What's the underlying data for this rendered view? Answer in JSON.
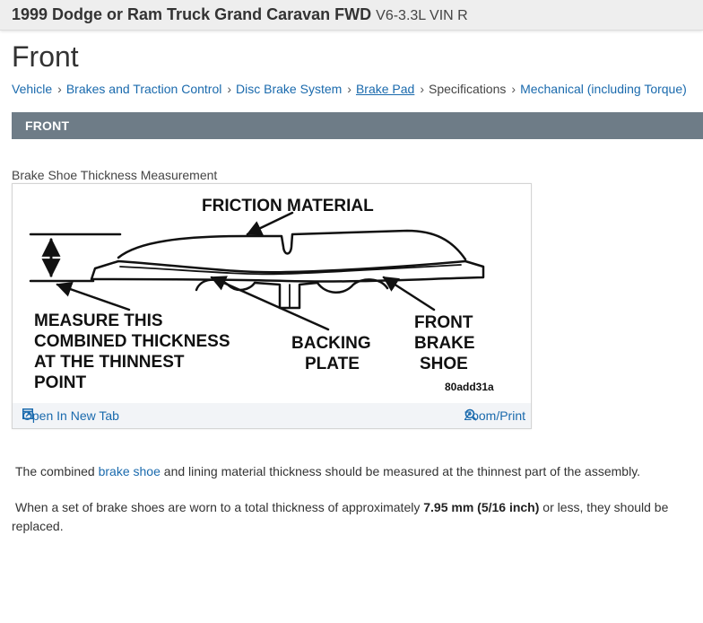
{
  "header": {
    "vehicle": "1999 Dodge or Ram Truck Grand Caravan FWD",
    "engine": "V6-3.3L VIN R"
  },
  "page_title": "Front",
  "breadcrumb": [
    {
      "label": "Vehicle",
      "link": true
    },
    {
      "label": "Brakes and Traction Control",
      "link": true
    },
    {
      "label": "Disc Brake System",
      "link": true
    },
    {
      "label": "Brake Pad",
      "link": true
    },
    {
      "label": "Specifications",
      "link": false
    },
    {
      "label": "Mechanical (including Torque)",
      "link": true
    }
  ],
  "section": {
    "title": "FRONT"
  },
  "figure": {
    "caption": "Brake Shoe Thickness Measurement",
    "labels": {
      "friction_material": "FRICTION MATERIAL",
      "measure_1": "MEASURE THIS",
      "measure_2": "COMBINED THICKNESS",
      "measure_3": "AT THE THINNEST",
      "measure_4": "POINT",
      "backing_1": "BACKING",
      "backing_2": "PLATE",
      "front_1": "FRONT",
      "front_2": "BRAKE",
      "front_3": "SHOE",
      "code": "80add31a"
    },
    "open_new_tab": "Open In New Tab",
    "zoom_print": "Zoom/Print"
  },
  "body": {
    "p1_before": "The combined ",
    "p1_link": "brake shoe",
    "p1_after": " and lining material thickness should be measured at the thinnest part of the assembly.",
    "p2_before": "When a set of brake shoes are worn to a total thickness of approximately ",
    "p2_bold": "7.95 mm (5/16 inch)",
    "p2_after": " or less, they should be replaced."
  },
  "colors": {
    "link": "#1a6aad",
    "section_bar": "#6e7c87",
    "header_bg": "#eeeeee"
  },
  "icons": {
    "open_new_tab": "open-new-tab-icon",
    "zoom": "zoom-icon"
  }
}
